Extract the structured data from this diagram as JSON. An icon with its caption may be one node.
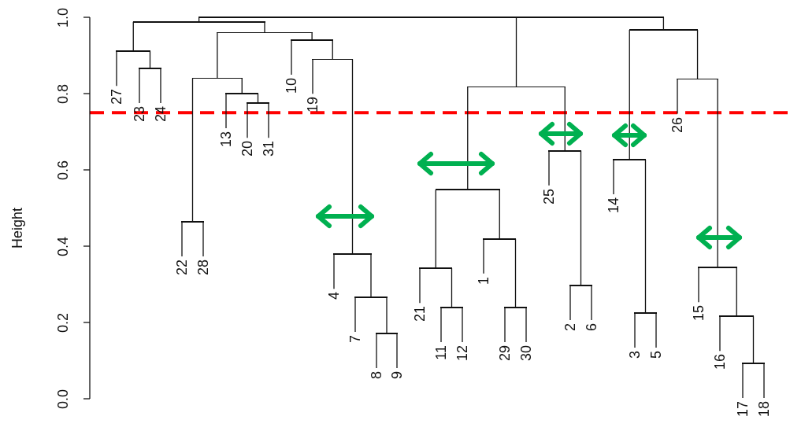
{
  "diagram": {
    "nodes": [
      {
        "text": [
          "27"
        ]
      },
      {
        "text": [
          "23"
        ]
      },
      {
        "text": [
          "24"
        ]
      },
      {
        "text": [
          "22"
        ]
      },
      {
        "text": [
          "28"
        ]
      },
      {
        "text": [
          "13"
        ]
      },
      {
        "text": [
          "20"
        ]
      },
      {
        "text": [
          "31"
        ]
      },
      {
        "text": [
          "10"
        ]
      },
      {
        "text": [
          "19"
        ]
      },
      {
        "text": [
          "4"
        ]
      },
      {
        "text": [
          "7"
        ]
      },
      {
        "text": [
          "8"
        ]
      },
      {
        "text": [
          "9"
        ]
      },
      {
        "text": [
          "21"
        ]
      },
      {
        "text": [
          "11"
        ]
      },
      {
        "text": [
          "12"
        ]
      },
      {
        "text": [
          "1"
        ]
      },
      {
        "text": [
          "29"
        ]
      },
      {
        "text": [
          "30"
        ]
      },
      {
        "text": [
          "25"
        ]
      },
      {
        "text": [
          "2"
        ]
      },
      {
        "text": [
          "6"
        ]
      },
      {
        "text": [
          "14"
        ]
      },
      {
        "text": [
          "3"
        ]
      },
      {
        "text": [
          "5"
        ]
      },
      {
        "text": [
          "26"
        ]
      },
      {
        "text": [
          "15"
        ]
      },
      {
        "text": [
          "16"
        ]
      },
      {
        "text": [
          "17"
        ]
      },
      {
        "text": [
          "18"
        ]
      },
      {
        "text": [],
        "shape": "bar"
      },
      {
        "text": [],
        "shape": "bar"
      },
      {
        "text": [],
        "shape": "bar"
      },
      {
        "text": [],
        "shape": "bar"
      },
      {
        "text": [],
        "shape": "bar"
      },
      {
        "text": [],
        "shape": "bar"
      },
      {
        "text": [],
        "shape": "bar"
      },
      {
        "text": [],
        "shape": "bar"
      },
      {
        "text": [],
        "shape": "bar"
      },
      {
        "text": [],
        "shape": "bar"
      },
      {
        "text": [],
        "shape": "bar"
      },
      {
        "text": [],
        "shape": "bar"
      },
      {
        "text": [],
        "shape": "bar"
      },
      {
        "text": [],
        "shape": "bar"
      },
      {
        "text": [],
        "shape": "bar"
      },
      {
        "text": [],
        "shape": "bar"
      },
      {
        "text": [],
        "shape": "bar"
      },
      {
        "text": [],
        "shape": "bar"
      },
      {
        "text": [],
        "shape": "bar"
      },
      {
        "text": [],
        "shape": "bar"
      },
      {
        "text": [],
        "shape": "bar"
      },
      {
        "text": [],
        "shape": "bar"
      },
      {
        "text": [],
        "shape": "bar"
      },
      {
        "text": [],
        "shape": "bar"
      },
      {
        "text": [],
        "shape": "bar"
      },
      {
        "text": [],
        "shape": "bar"
      },
      {
        "text": [],
        "shape": "bar"
      },
      {
        "text": [],
        "shape": "bar"
      },
      {
        "text": [],
        "shape": "bar"
      }
    ],
    "edges": [
      {
        "from": 31,
        "to": 32,
        "arrow": "none"
      },
      {
        "from": 31,
        "to": 41,
        "arrow": "none"
      },
      {
        "from": 31,
        "to": 33,
        "arrow": "none"
      },
      {
        "from": 32,
        "to": 36,
        "arrow": "none"
      },
      {
        "from": 32,
        "to": 34,
        "arrow": "none"
      },
      {
        "from": 33,
        "to": 45,
        "arrow": "none"
      },
      {
        "from": 33,
        "to": 40,
        "arrow": "none"
      },
      {
        "from": 34,
        "to": 39,
        "arrow": "none"
      },
      {
        "from": 34,
        "to": 35,
        "arrow": "none"
      },
      {
        "from": 35,
        "to": 8,
        "arrow": "none"
      },
      {
        "from": 35,
        "to": 37,
        "arrow": "none"
      },
      {
        "from": 36,
        "to": 0,
        "arrow": "none"
      },
      {
        "from": 36,
        "to": 38,
        "arrow": "none"
      },
      {
        "from": 37,
        "to": 9,
        "arrow": "none"
      },
      {
        "from": 37,
        "to": 49,
        "arrow": "none"
      },
      {
        "from": 38,
        "to": 1,
        "arrow": "none"
      },
      {
        "from": 38,
        "to": 2,
        "arrow": "none"
      },
      {
        "from": 39,
        "to": 47,
        "arrow": "none"
      },
      {
        "from": 39,
        "to": 42,
        "arrow": "none"
      },
      {
        "from": 40,
        "to": 26,
        "arrow": "none"
      },
      {
        "from": 40,
        "to": 50,
        "arrow": "none"
      },
      {
        "from": 41,
        "to": 46,
        "arrow": "none"
      },
      {
        "from": 41,
        "to": 44,
        "arrow": "none"
      },
      {
        "from": 42,
        "to": 5,
        "arrow": "none"
      },
      {
        "from": 42,
        "to": 43,
        "arrow": "none"
      },
      {
        "from": 43,
        "to": 6,
        "arrow": "none"
      },
      {
        "from": 43,
        "to": 7,
        "arrow": "none"
      },
      {
        "from": 44,
        "to": 20,
        "arrow": "none"
      },
      {
        "from": 44,
        "to": 52,
        "arrow": "none"
      },
      {
        "from": 45,
        "to": 23,
        "arrow": "none"
      },
      {
        "from": 45,
        "to": 56,
        "arrow": "none"
      },
      {
        "from": 46,
        "to": 51,
        "arrow": "none"
      },
      {
        "from": 46,
        "to": 48,
        "arrow": "none"
      },
      {
        "from": 47,
        "to": 3,
        "arrow": "none"
      },
      {
        "from": 47,
        "to": 4,
        "arrow": "none"
      },
      {
        "from": 48,
        "to": 17,
        "arrow": "none"
      },
      {
        "from": 48,
        "to": 55,
        "arrow": "none"
      },
      {
        "from": 49,
        "to": 10,
        "arrow": "none"
      },
      {
        "from": 49,
        "to": 53,
        "arrow": "none"
      },
      {
        "from": 50,
        "to": 27,
        "arrow": "none"
      },
      {
        "from": 50,
        "to": 57,
        "arrow": "none"
      },
      {
        "from": 51,
        "to": 14,
        "arrow": "none"
      },
      {
        "from": 51,
        "to": 54,
        "arrow": "none"
      },
      {
        "from": 52,
        "to": 21,
        "arrow": "none"
      },
      {
        "from": 52,
        "to": 22,
        "arrow": "none"
      },
      {
        "from": 53,
        "to": 11,
        "arrow": "none"
      },
      {
        "from": 53,
        "to": 58,
        "arrow": "none"
      },
      {
        "from": 54,
        "to": 15,
        "arrow": "none"
      },
      {
        "from": 54,
        "to": 16,
        "arrow": "none"
      },
      {
        "from": 55,
        "to": 18,
        "arrow": "none"
      },
      {
        "from": 55,
        "to": 19,
        "arrow": "none"
      },
      {
        "from": 56,
        "to": 24,
        "arrow": "none"
      },
      {
        "from": 56,
        "to": 25,
        "arrow": "none"
      },
      {
        "from": 57,
        "to": 28,
        "arrow": "none"
      },
      {
        "from": 57,
        "to": 59,
        "arrow": "none"
      },
      {
        "from": 58,
        "to": 12,
        "arrow": "none"
      },
      {
        "from": 58,
        "to": 13,
        "arrow": "none"
      },
      {
        "from": 59,
        "to": 29,
        "arrow": "none"
      },
      {
        "from": 59,
        "to": 30,
        "arrow": "none"
      }
    ],
    "labels": [
      "1.0",
      "0.8",
      "0.6",
      "0.4",
      "0.2",
      "0.0",
      "Height"
    ]
  }
}
